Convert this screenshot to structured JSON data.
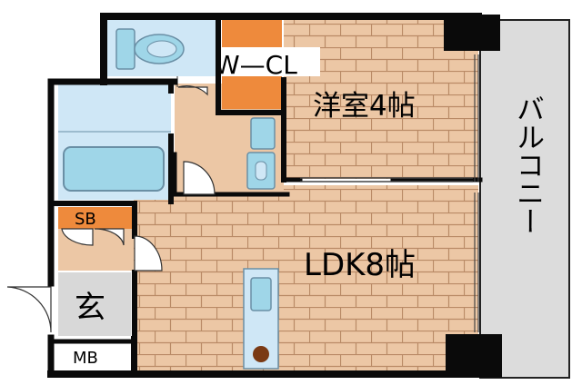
{
  "rooms": {
    "western_room": "洋室4帖",
    "ldk": "LDK8帖",
    "walk_in_closet": "W—CL",
    "balcony": "バルコニー",
    "shoe_box": "SB",
    "entrance": "玄",
    "meter_box": "MB"
  },
  "colors": {
    "wall": "#0a0a0a",
    "flooring": "#ecc7a5",
    "brick_line": "#b98a66",
    "wet_area": "#cfe7f6",
    "fixture": "#9fd6e8",
    "closet": "#ee8a3c",
    "entrance_floor": "#d8d8d8",
    "balcony": "#dcdcdc"
  },
  "icons": [
    "toilet-icon",
    "bathtub-icon",
    "washbasin-icon",
    "sink-icon",
    "stove-icon",
    "door-swing-icon",
    "sliding-door-icon"
  ]
}
